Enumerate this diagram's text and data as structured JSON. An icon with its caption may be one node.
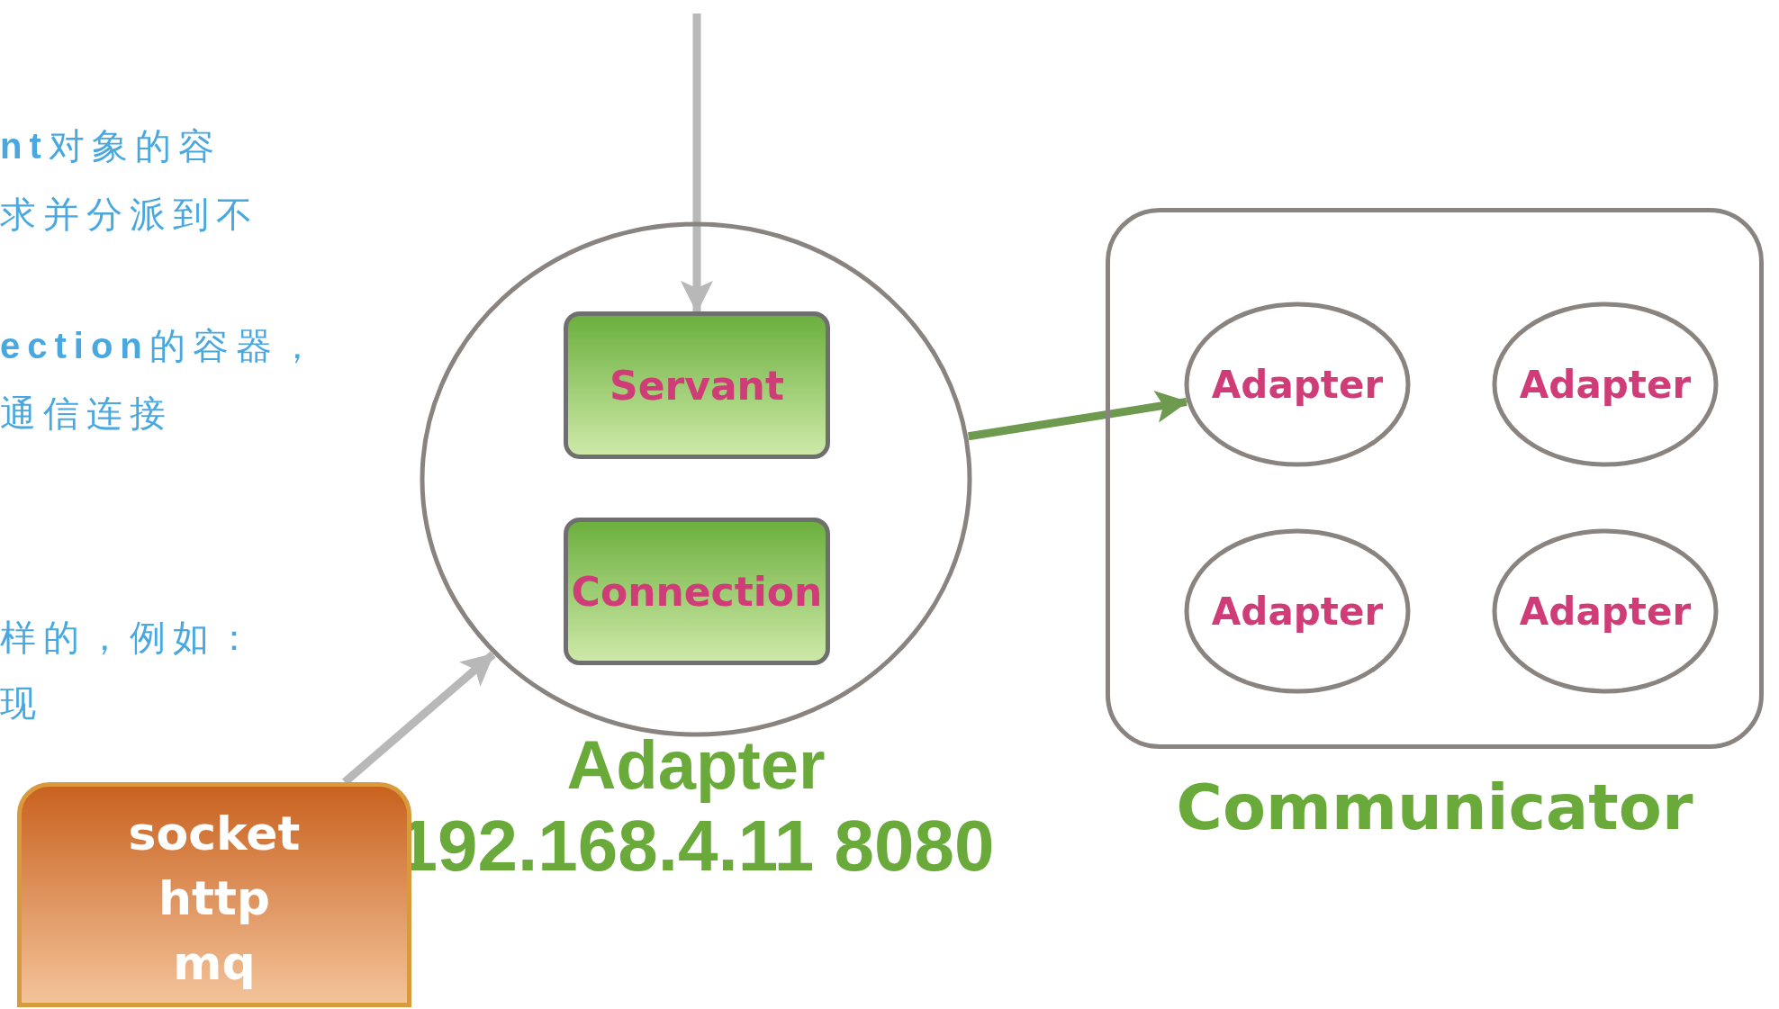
{
  "diagram": {
    "nodes": [
      {
        "text": [
          "Adapter",
          "192.168.4.11 8080"
        ]
      },
      {
        "text": [
          "Servant"
        ],
        "in": 0
      },
      {
        "text": [
          "Connection"
        ],
        "in": 0
      },
      {
        "text": [
          "Communicator"
        ]
      },
      {
        "text": [
          "Adapter"
        ],
        "in": 3
      },
      {
        "text": [
          "Adapter"
        ],
        "in": 3
      },
      {
        "text": [
          "Adapter"
        ],
        "in": 3
      },
      {
        "text": [
          "Adapter"
        ],
        "in": 3
      },
      {
        "text": [
          "socket",
          "http",
          "mq"
        ]
      }
    ],
    "edges": [
      {
        "from": null,
        "to": 1,
        "arrow": "to"
      },
      {
        "from": 8,
        "to": 0,
        "arrow": "to"
      },
      {
        "from": 0,
        "to": 4,
        "arrow": "to",
        "color": "#6e9a50"
      }
    ],
    "labels": [
      "**nt**对象的容",
      "求并分派到不",
      "**ection**的容器，",
      "通信连接",
      "样的，例如：",
      "现"
    ]
  }
}
